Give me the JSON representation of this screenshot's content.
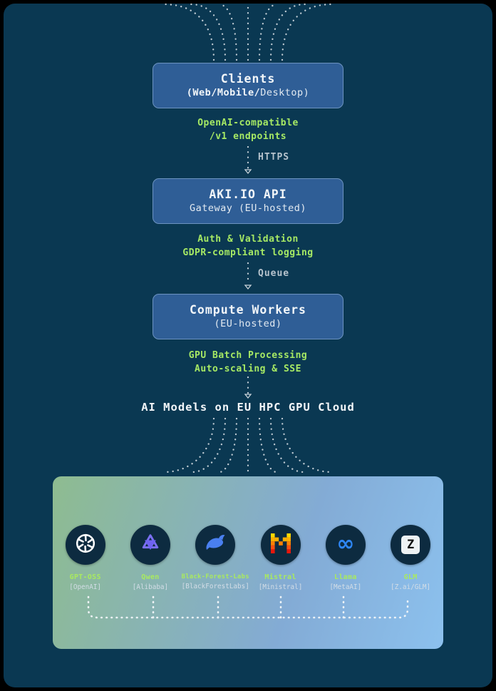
{
  "colors": {
    "canvas_bg": "#0a3852",
    "box_fill": "#2f5e96",
    "box_border": "#6c93c0",
    "accent_green": "#a6e964",
    "muted_label": "#b6c3cd",
    "dots": "#c9d3da",
    "panel_gradient_start": "#8ebc90",
    "panel_gradient_end": "#8cc1ee",
    "circle_bg": "#0d2b40",
    "qwen_purple": "#6f63f2",
    "whale_blue": "#4a80f0",
    "meta_blue": "#2e87f6"
  },
  "flow": {
    "nodes": [
      {
        "title": "Clients",
        "subtitle_strong": "(Web/Mobile/",
        "subtitle_light": "Desktop)",
        "captions": [
          "OpenAI-compatible",
          "/v1 endpoints"
        ],
        "arrow_label": "HTTPS"
      },
      {
        "title": "AKI.IO API",
        "subtitle_strong": "",
        "subtitle_light": "Gateway (EU-hosted)",
        "captions": [
          "Auth & Validation",
          "GDPR-compliant logging"
        ],
        "arrow_label": "Queue"
      },
      {
        "title": "Compute Workers",
        "subtitle_strong": "",
        "subtitle_light": "(EU-hosted)",
        "captions": [
          "GPU Batch Processing",
          "Auto-scaling & SSE"
        ],
        "arrow_label": ""
      }
    ],
    "models_heading": "AI Models on EU HPC GPU Cloud"
  },
  "models": [
    {
      "name": "GPT-OSS",
      "org": "[OpenAI]",
      "icon": "openai-logo-icon"
    },
    {
      "name": "Qwen",
      "org": "[Alibaba]",
      "icon": "qwen-logo-icon"
    },
    {
      "name": "Black-Forest-Labs",
      "org": "[BlackForestLabs]",
      "icon": "black-forest-labs-logo-icon"
    },
    {
      "name": "Mistral",
      "org": "[Ministral]",
      "icon": "mistral-logo-icon"
    },
    {
      "name": "Llama",
      "org": "[MetaAI]",
      "icon": "meta-llama-logo-icon",
      "glyph": "∞"
    },
    {
      "name": "GLM",
      "org": "[Z.ai/GLM]",
      "icon": "zai-glm-logo-icon",
      "glyph": "Z"
    }
  ]
}
